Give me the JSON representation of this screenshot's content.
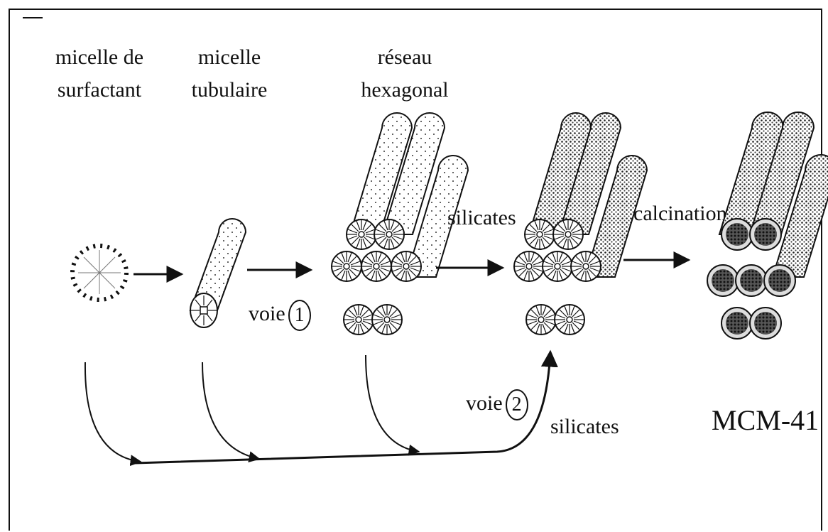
{
  "labels": {
    "micelle_surfactant": "micelle de surfactant",
    "micelle_tubulaire": "micelle tubulaire",
    "reseau_hexagonal": "réseau hexagonal",
    "silicates_top": "silicates",
    "calcination": "calcination",
    "voie1_text": "voie",
    "voie1_num": "1",
    "voie2_text": "voie",
    "voie2_num": "2",
    "silicates_bottom": "silicates",
    "product": "MCM-41"
  }
}
